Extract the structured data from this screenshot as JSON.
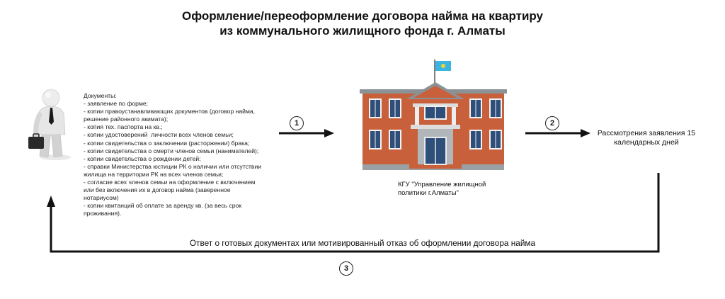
{
  "title": {
    "line1": "Оформление/переоформление договора найма на квартиру",
    "line2": "из коммунального жилищного фонда г. Алматы"
  },
  "documents": [
    "Документы:",
    "- заявление по форме;",
    "- копии правоустанавливающих документов (договор найма,",
    "решение районного акимата);",
    "- копия тех. паспорта на кв.;",
    "- копии удостоверений  личности всех членов семьи;",
    "- копии свидетельства о заключении (расторжении) брака;",
    "- копии свидетельства о смерти членов семьи (нанимателей);",
    "- копии свидетельства о рождении детей;",
    "- справки Министерства юстиции РК о наличии или отсутствии",
    "жилища на территории РК на всех членов семьи;",
    "- согласие всех членов семьи на оформление с включением",
    "или без включения их в договор найма (заверенное",
    "нотариусом)",
    "- копии квитанций об оплате за аренду кв. (за весь срок",
    "проживания)."
  ],
  "agency": {
    "line1": "КГУ \"Управление жилищной",
    "line2": "политики г.Алматы\""
  },
  "review": {
    "line1": "Рассмотрения заявления 15",
    "line2": "календарных дней"
  },
  "answer": "Ответ о готовых документах или мотивированный отказ об оформлении договора найма",
  "steps": [
    "1",
    "2",
    "3"
  ],
  "colors": {
    "brick": "#c9603c",
    "roof": "#8a9296",
    "window": "#2e4f7a",
    "arrow": "#111111"
  }
}
